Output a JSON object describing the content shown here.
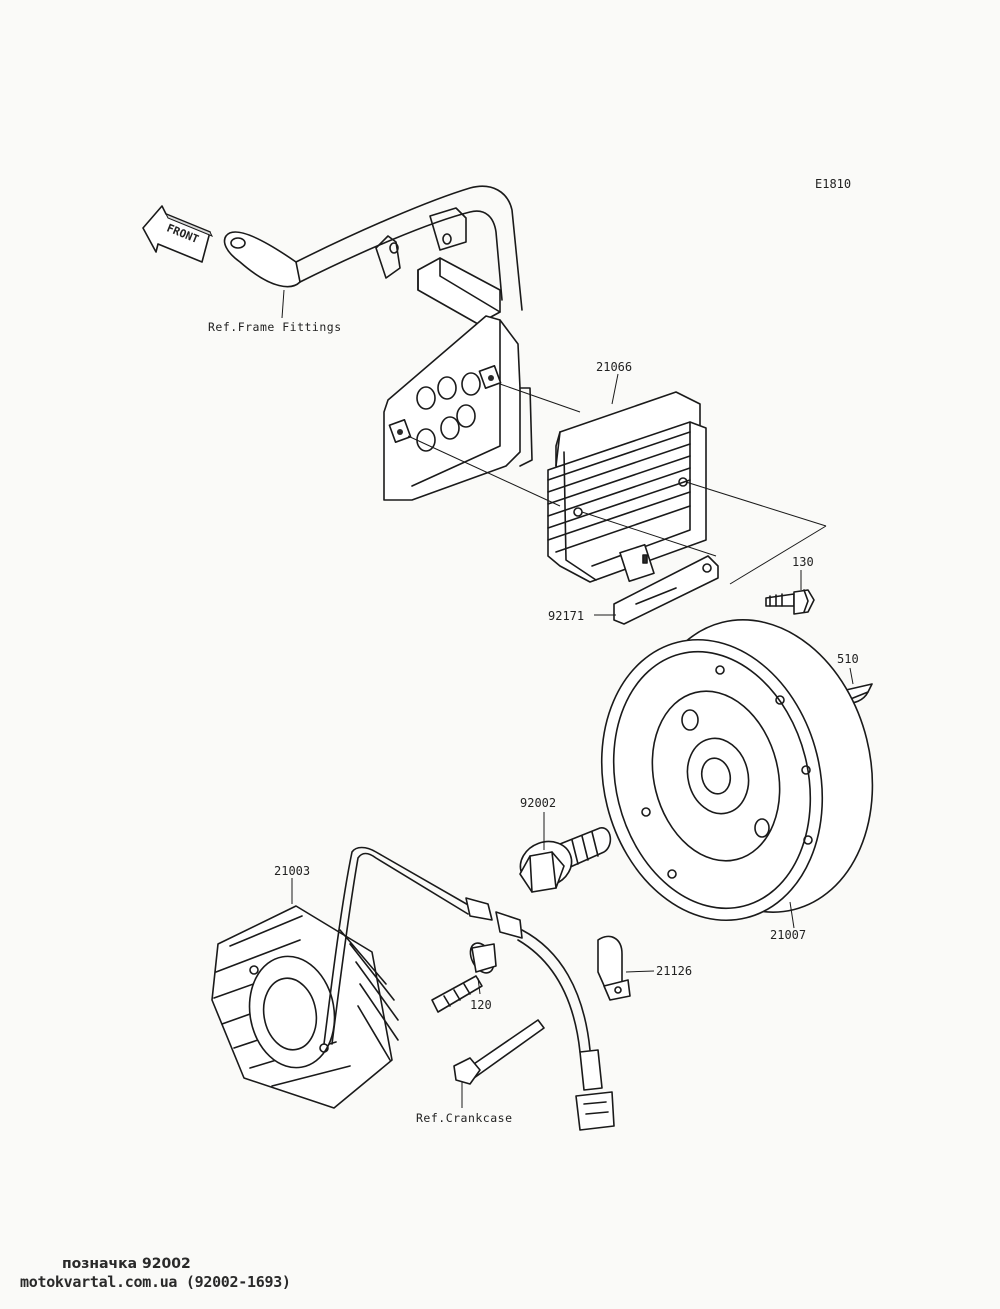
{
  "diagram_code": "E1810",
  "front_label": "FRONT",
  "references": {
    "frame_fittings": "Ref.Frame Fittings",
    "crankcase": "Ref.Crankcase"
  },
  "parts": {
    "regulator": "21066",
    "bracket": "92171",
    "regulator_bolt": "130",
    "key": "510",
    "flywheel_bolt": "92002",
    "flywheel_rotor": "21007",
    "stator": "21003",
    "stator_bolt": "120",
    "clamp": "21126"
  },
  "footer": {
    "title": "позначка 92002",
    "site": "motokvartal.com.ua (92002-1693)"
  }
}
